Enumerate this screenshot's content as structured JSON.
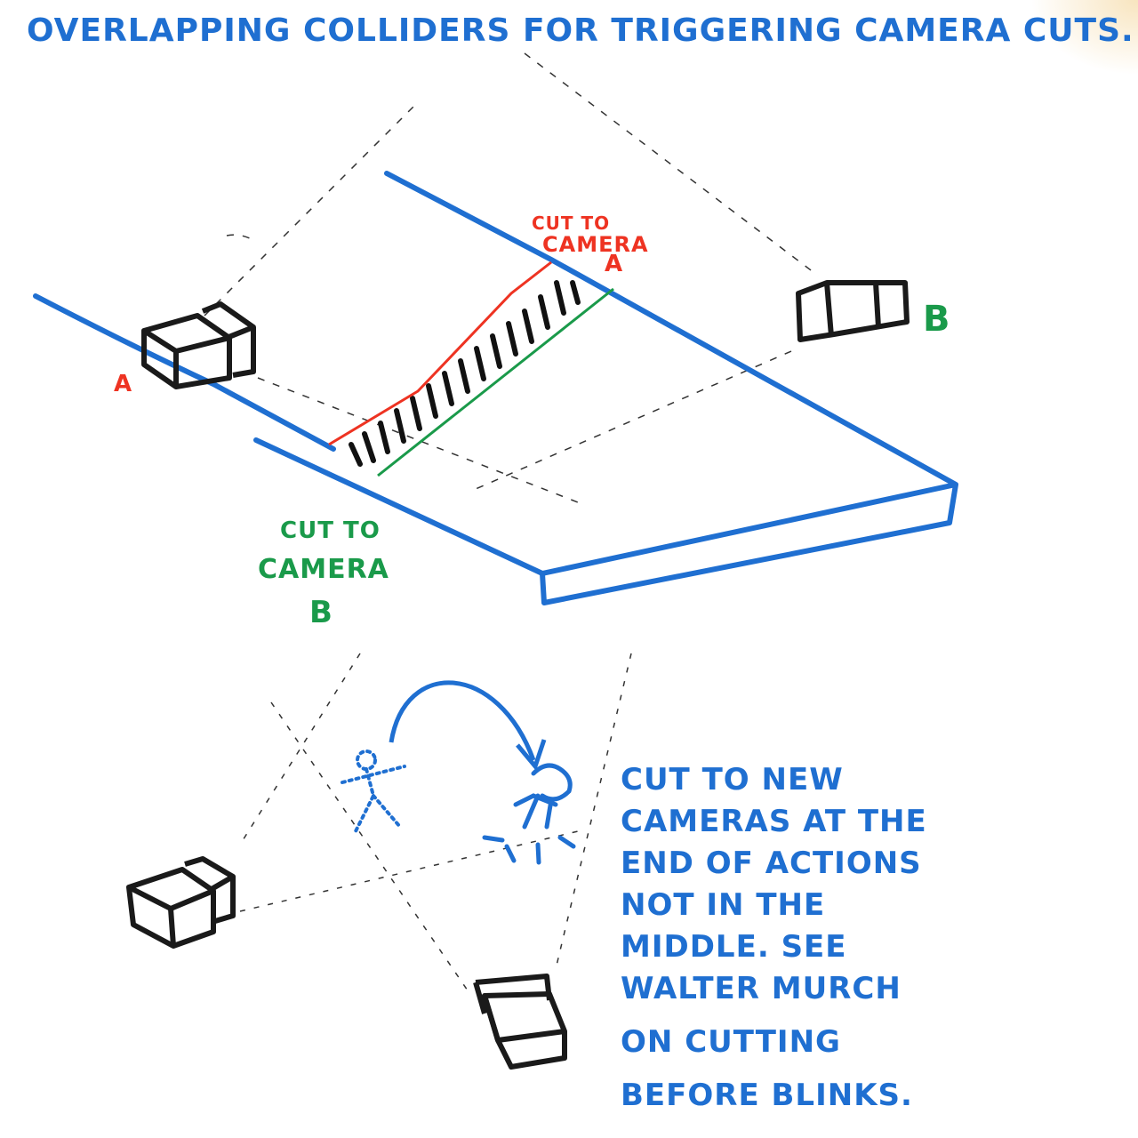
{
  "title": "OVERLAPPING COLLIDERS FOR TRIGGERING CAMERA CUTS.",
  "camera_a_label": "A",
  "camera_b_label": "B",
  "cut_to_camera_a": [
    "CUT TO",
    "CAMERA",
    "A"
  ],
  "cut_to_camera_b": [
    "CUT TO",
    "CAMERA",
    "B"
  ],
  "note_lines": [
    "CUT TO NEW",
    "CAMERAS AT THE",
    "END OF ACTIONS",
    "NOT IN THE",
    "MIDDLE. SEE",
    "WALTER MURCH",
    "ON CUTTING",
    "BEFORE BLINKS."
  ],
  "colors": {
    "marker_blue": "#1f6fd1",
    "marker_red": "#ee3322",
    "marker_green": "#1a9a4a",
    "marker_black": "#1a1a1a"
  }
}
